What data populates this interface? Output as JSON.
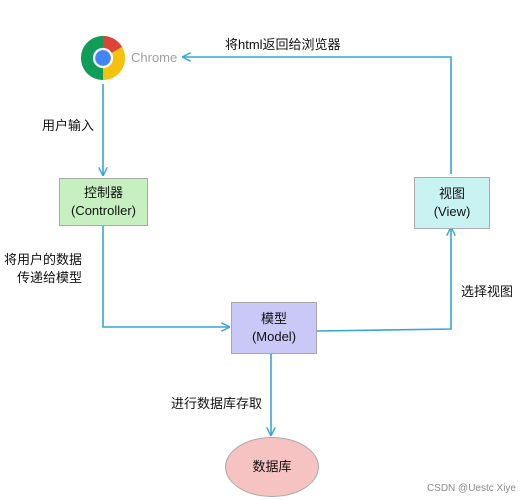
{
  "chrome": {
    "label": "Chrome",
    "icon": "chrome-logo-icon"
  },
  "edges": {
    "return_html": "将html返回给浏览器",
    "user_input": "用户输入",
    "pass_to_model": [
      "将用户的数据",
      "传递给模型"
    ],
    "select_view": "选择视图",
    "db_access": "进行数据库存取"
  },
  "nodes": {
    "controller": {
      "title": "控制器",
      "subtitle": "(Controller)",
      "fill": "#c7f0c1"
    },
    "view": {
      "title": "视图",
      "subtitle": "(View)",
      "fill": "#c9f3f2"
    },
    "model": {
      "title": "模型",
      "subtitle": "(Model)",
      "fill": "#c9c8f7"
    },
    "database": {
      "title": "数据库",
      "fill": "#f6c3c2"
    }
  },
  "colors": {
    "connector": "#37a6d3"
  },
  "watermark": "CSDN @Uestc Xiye"
}
